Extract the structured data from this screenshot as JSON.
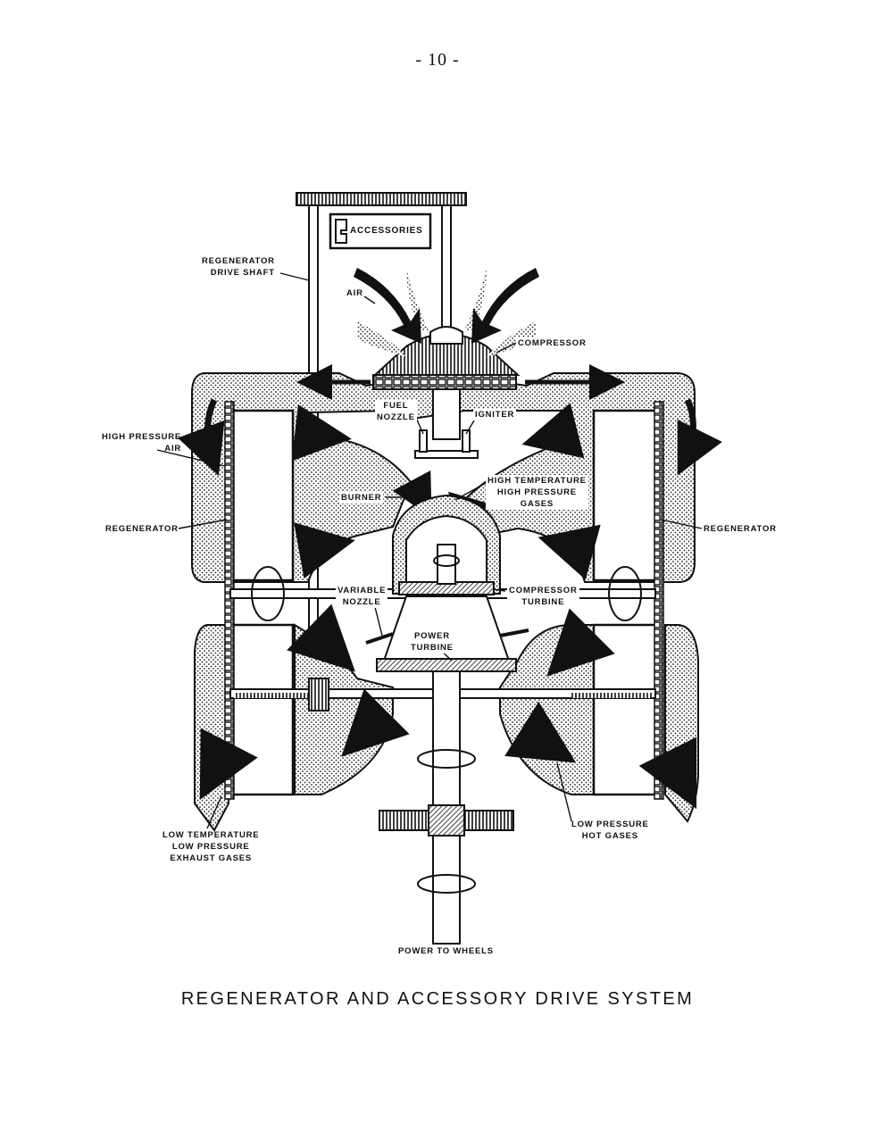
{
  "page_number": "- 10 -",
  "caption": "REGENERATOR AND ACCESSORY DRIVE SYSTEM",
  "labels": {
    "accessories": "ACCESSORIES",
    "regenerator_drive_shaft": [
      "REGENERATOR",
      "DRIVE SHAFT"
    ],
    "air": "AIR",
    "compressor": "COMPRESSOR",
    "fuel_nozzle": [
      "FUEL",
      "NOZZLE"
    ],
    "igniter": "IGNITER",
    "high_pressure_air": [
      "HIGH PRESSURE",
      "AIR"
    ],
    "burner": "BURNER",
    "high_temperature_gases": [
      "HIGH TEMPERATURE",
      "HIGH PRESSURE",
      "GASES"
    ],
    "regenerator_left": "REGENERATOR",
    "regenerator_right": "REGENERATOR",
    "variable_nozzle": [
      "VARIABLE",
      "NOZZLE"
    ],
    "compressor_turbine": [
      "COMPRESSOR",
      "TURBINE"
    ],
    "power_turbine": [
      "POWER",
      "TURBINE"
    ],
    "low_temperature_exhaust": [
      "LOW TEMPERATURE",
      "LOW PRESSURE",
      "EXHAUST GASES"
    ],
    "low_pressure_hot_gases": [
      "LOW PRESSURE",
      "HOT GASES"
    ],
    "power_to_wheels": "POWER TO WHEELS"
  }
}
